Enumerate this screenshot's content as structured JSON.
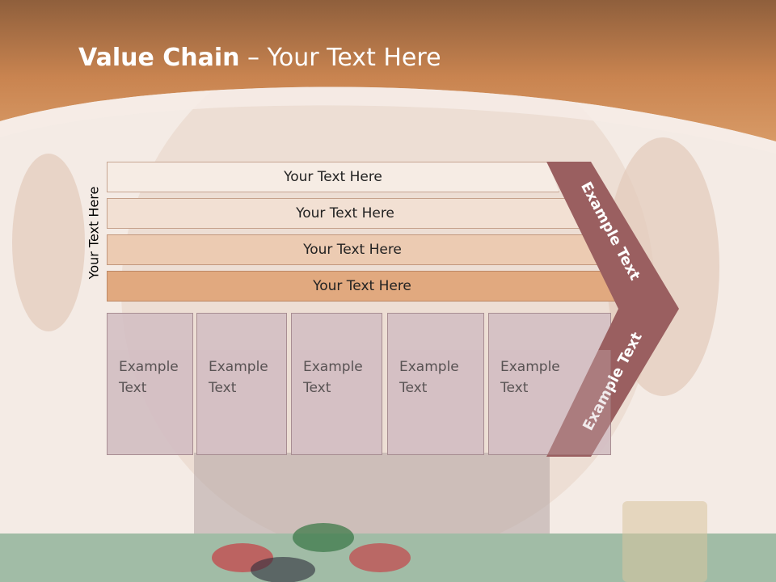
{
  "slide": {
    "title_bold": "Value Chain",
    "title_rest": " – Your Text Here",
    "side_label": "Your Text Here"
  },
  "stripes": [
    "Your Text Here",
    "Your Text Here",
    "Your Text Here",
    "Your Text Here"
  ],
  "boxes": [
    {
      "line1": "Example",
      "line2": "Text"
    },
    {
      "line1": "Example",
      "line2": "Text"
    },
    {
      "line1": "Example",
      "line2": "Text"
    },
    {
      "line1": "Example",
      "line2": "Text"
    },
    {
      "line1": "Example",
      "line2": "Text"
    }
  ],
  "chevron": {
    "upper_label": "Example Text",
    "lower_label": "Example Text"
  },
  "colors": {
    "header": "#c98450",
    "chevron": "#9a5f60",
    "box": "#d3bec3"
  }
}
